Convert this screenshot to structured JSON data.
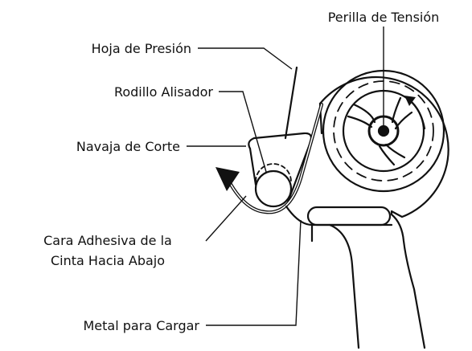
{
  "labels": {
    "tension_knob": "Perilla de Tensión",
    "pressure_sheet": "Hoja de Presión",
    "smoothing_roller": "Rodillo Alisador",
    "cutting_blade": "Navaja de Corte",
    "adhesive_side_line1": "Cara Adhesiva de la",
    "adhesive_side_line2": "Cinta Hacia Abajo",
    "loading_metal": "Metal para Cargar"
  },
  "colors": {
    "line": "#111111",
    "background": "#ffffff"
  }
}
